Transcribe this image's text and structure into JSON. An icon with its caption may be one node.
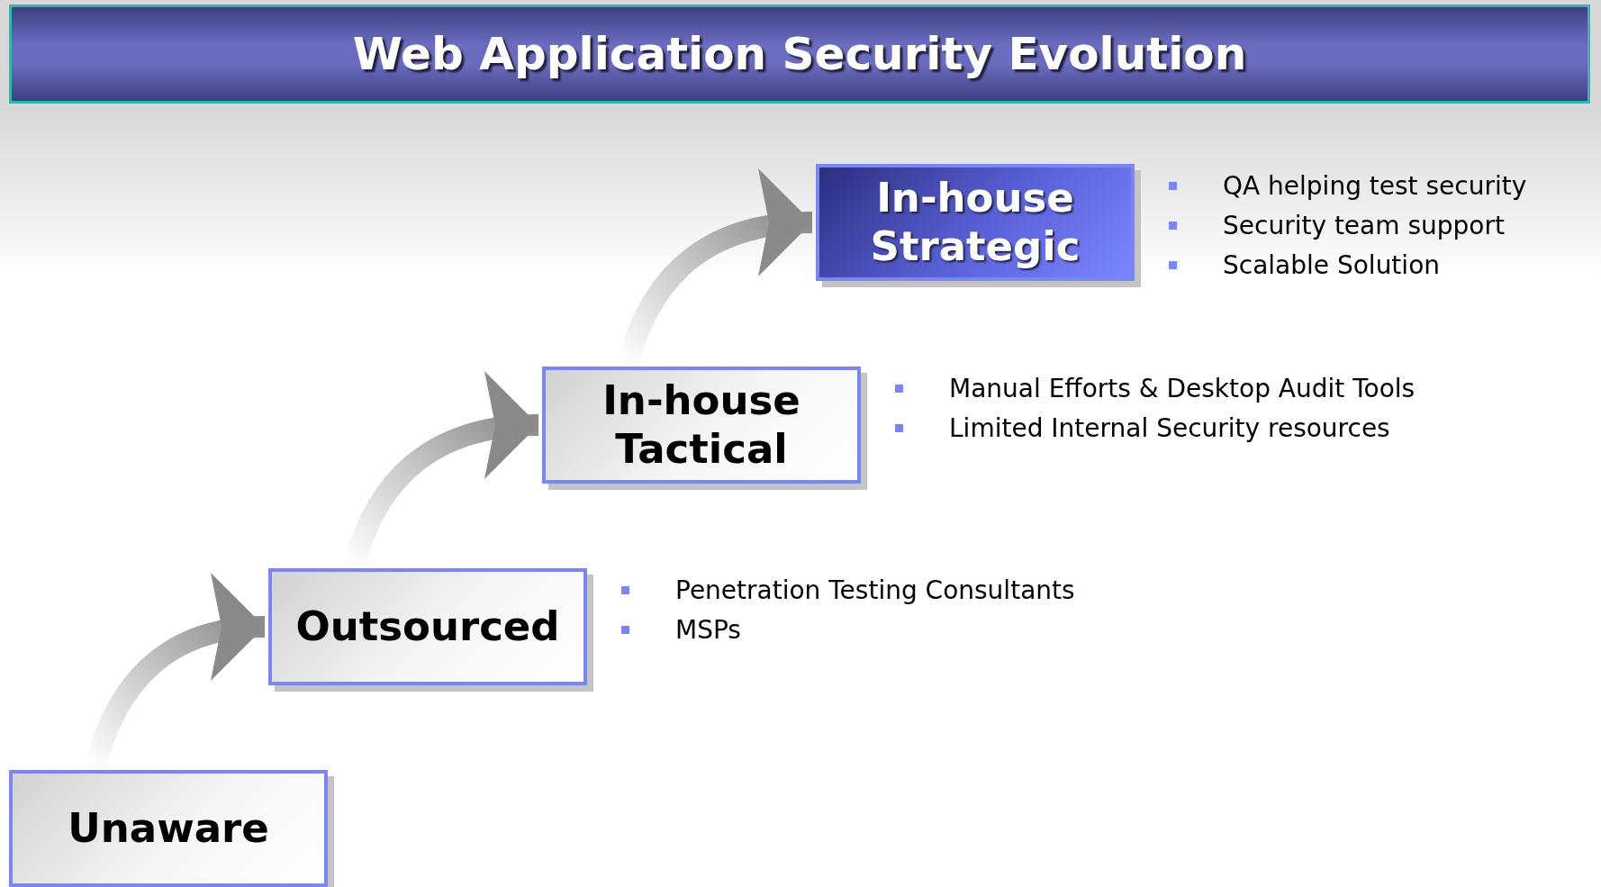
{
  "diagram": {
    "title": "Web Application Security Evolution",
    "nodes": [
      {
        "text": [
          "Unaware"
        ]
      },
      {
        "text": [
          "Outsourced"
        ],
        "beside": [
          "Penetration Testing Consultants",
          "MSPs"
        ]
      },
      {
        "text": [
          "In-house Tactical"
        ],
        "beside": [
          "Manual Efforts & Desktop Audit Tools",
          "Limited Internal Security resources"
        ]
      },
      {
        "text": [
          "In-house Strategic"
        ],
        "beside": [
          "QA helping test security",
          "Security team support",
          "Scalable Solution"
        ]
      }
    ],
    "edges": [
      {
        "from": 0,
        "to": 1,
        "arrow": "to"
      },
      {
        "from": 1,
        "to": 2,
        "arrow": "to"
      },
      {
        "from": 2,
        "to": 3,
        "arrow": "to"
      }
    ]
  }
}
